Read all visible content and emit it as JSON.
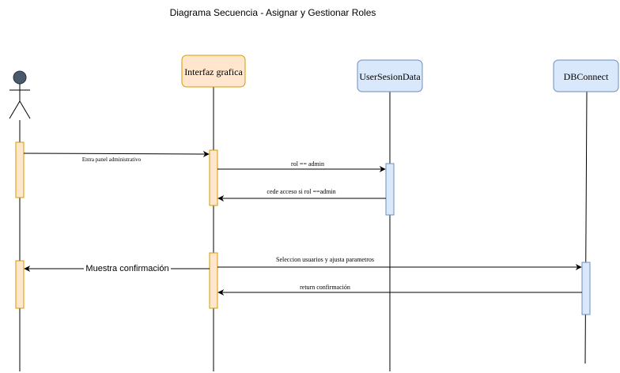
{
  "title": "Diagrama Secuencia - Asignar y Gestionar Roles",
  "participants": {
    "actor": {
      "label": ""
    },
    "interfaz": {
      "label": "Interfaz grafica",
      "fill": "#ffe6cc",
      "stroke": "#d79b00"
    },
    "session": {
      "label": "UserSesionData",
      "fill": "#dae8fc",
      "stroke": "#6c8ebf"
    },
    "db": {
      "label": "DBConnect",
      "fill": "#dae8fc",
      "stroke": "#6c8ebf"
    }
  },
  "messages": {
    "m1": "Entra panel administrativo",
    "m2": "rol == admin",
    "m3": "cede acceso si rol ==admin",
    "m4": "Seleccion usuarios y ajusta parametros",
    "m5": "return confirmación",
    "m6": "Muestra confirmación"
  },
  "colors": {
    "actor_head": "#4a5a6a",
    "activation_orange_fill": "#ffe6cc",
    "activation_orange_stroke": "#d79b00",
    "activation_blue_fill": "#dae8fc",
    "activation_blue_stroke": "#6c8ebf",
    "line": "#000000"
  }
}
